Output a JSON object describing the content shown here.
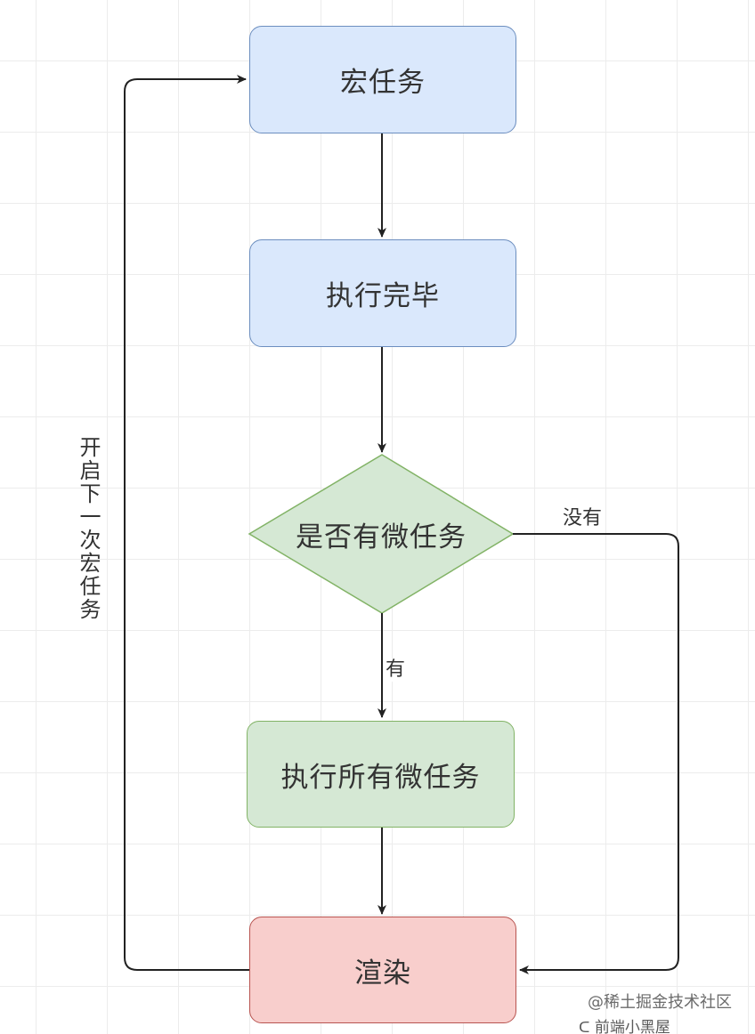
{
  "nodes": {
    "macro_task": "宏任务",
    "execute_done": "执行完毕",
    "has_micro_task": "是否有微任务",
    "execute_all_micro": "执行所有微任务",
    "render": "渲染"
  },
  "edges": {
    "yes_label": "有",
    "no_label": "没有",
    "loop_label": "开启下一次宏任务"
  },
  "colors": {
    "blue_fill": "#dae8fc",
    "blue_stroke": "#6c8ebf",
    "green_fill": "#d5e8d4",
    "green_stroke": "#82b366",
    "red_fill": "#f8cecc",
    "red_stroke": "#b85450",
    "line": "#222222"
  },
  "watermark": {
    "site": "@稀土掘金技术社区",
    "account": "ᑕ 前端小黑屋"
  }
}
